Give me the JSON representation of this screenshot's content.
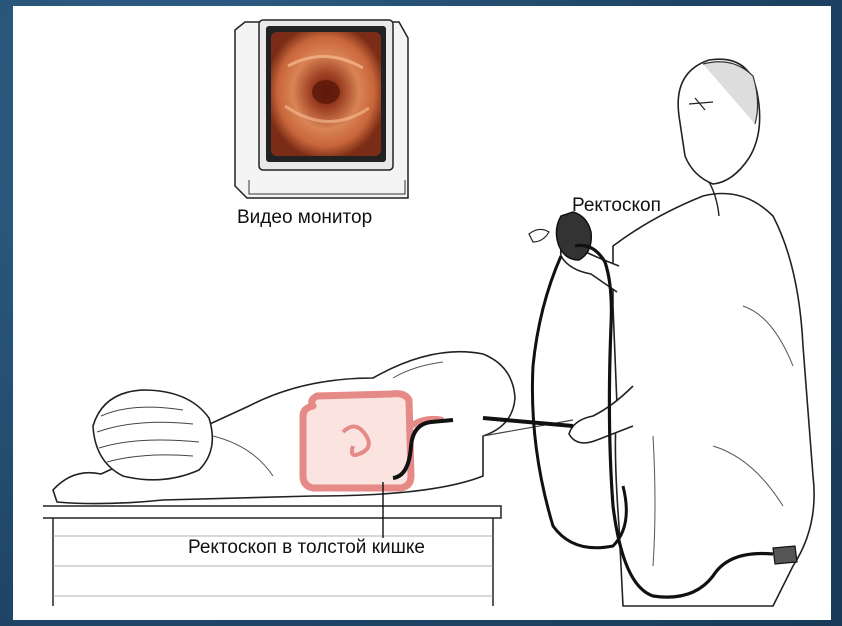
{
  "labels": {
    "video_monitor": "Видео монитор",
    "rectoscope": "Ректоскоп",
    "rectoscope_in_colon": "Ректоскоп в толстой кишке"
  },
  "colors": {
    "background_frame": "#244d6e",
    "panel": "#ffffff",
    "colon_outline": "#e58a86",
    "colon_fill": "#fbe3df",
    "monitor_image": "#c8653a",
    "line_art": "#1a1a1a"
  },
  "icons": {
    "monitor": "video-monitor-icon",
    "doctor": "doctor-figure",
    "patient": "patient-figure",
    "endoscope": "endoscope-tube"
  }
}
